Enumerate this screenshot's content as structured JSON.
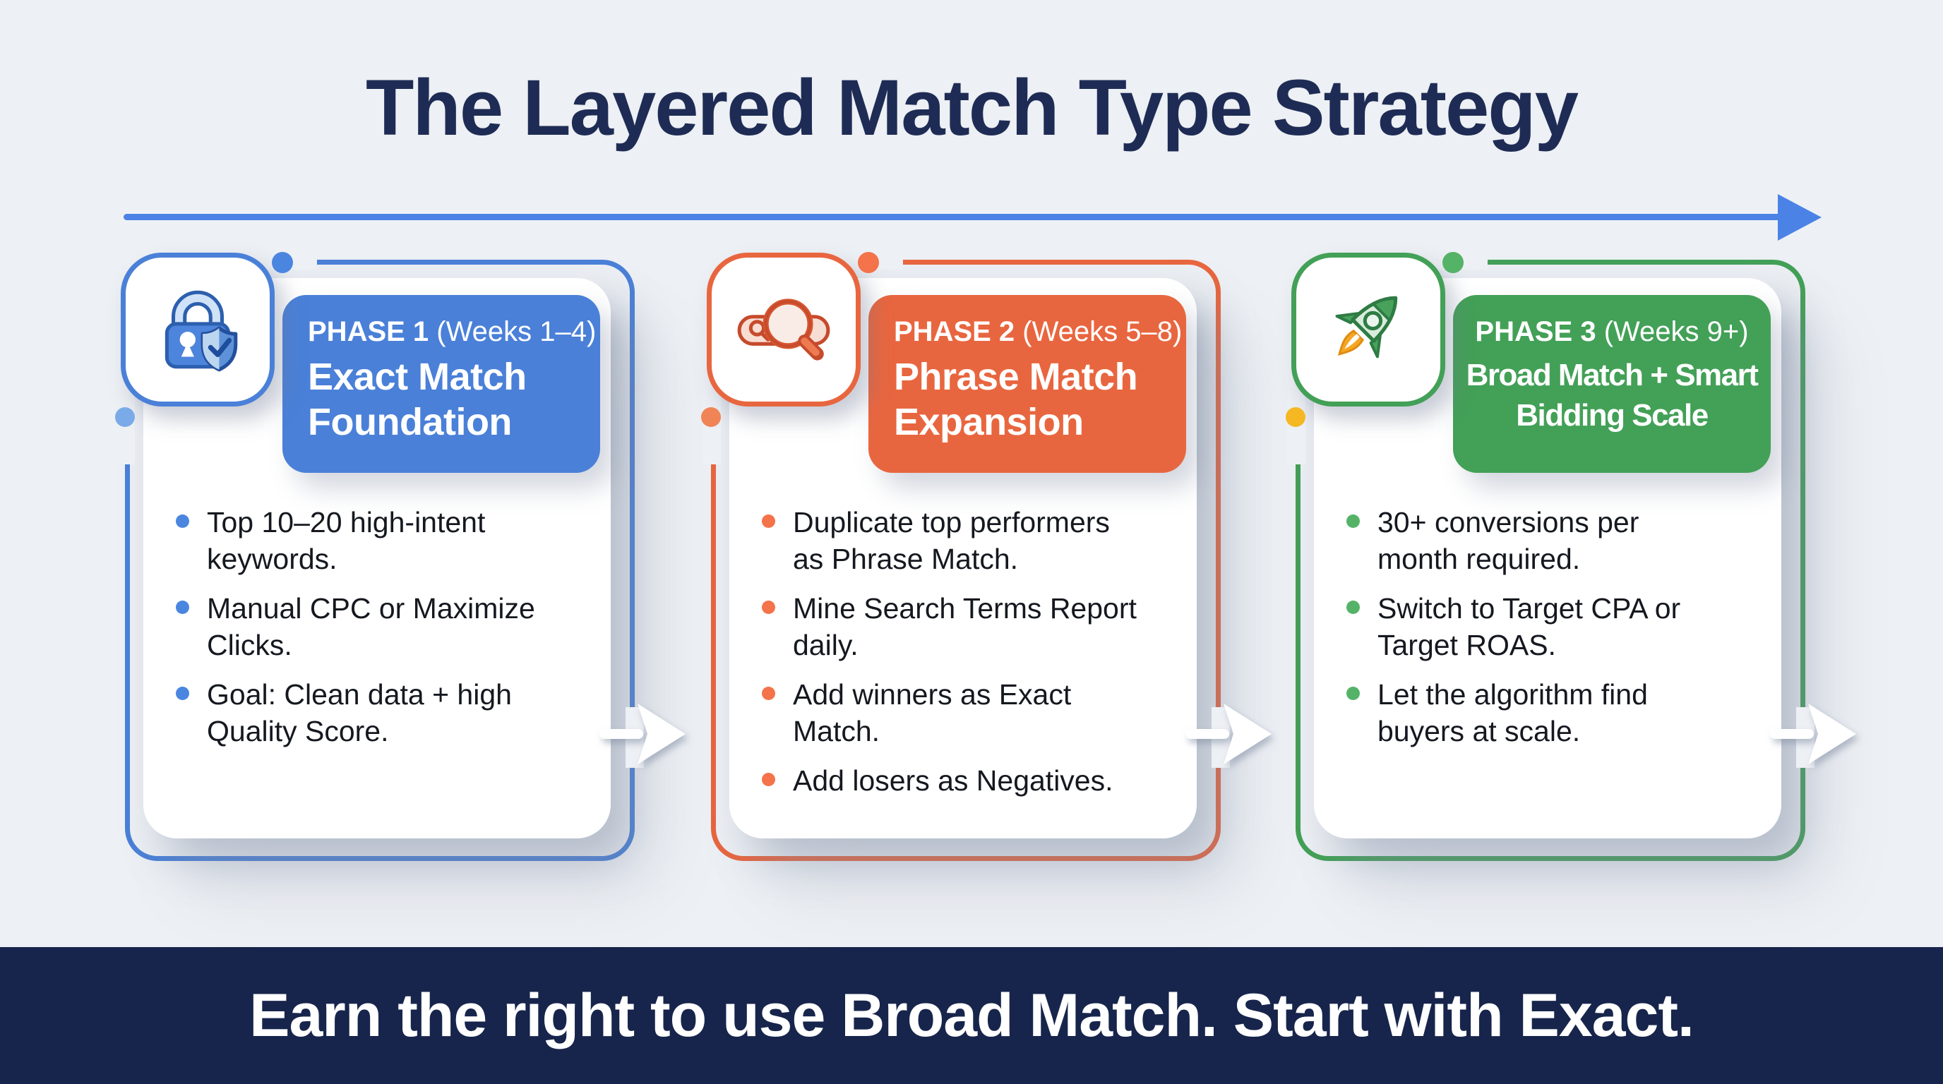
{
  "page": {
    "title": "The Layered Match Type Strategy",
    "banner_text": "Earn the right to use Broad Match. Start with Exact.",
    "colors": {
      "background": "#edf0f4",
      "title_navy": "#1e2c55",
      "banner_background": "#17254c",
      "timeline_arrow_blue": "#4b82e6",
      "phase1_blue": "#4a80d8",
      "phase2_orange": "#e8663f",
      "phase3_green": "#43a057",
      "phase3_side_dot_yellow": "#f5b823"
    }
  },
  "phases": [
    {
      "label": "PHASE 1",
      "weeks": "(Weeks 1–4)",
      "title": "Exact Match Foundation",
      "icon": "lock-shield-icon",
      "accent": "#4a80d8",
      "bullets": [
        "Top 10–20 high-intent keywords.",
        "Manual CPC or Maximize Clicks.",
        "Goal: Clean data + high Quality Score."
      ]
    },
    {
      "label": "PHASE 2",
      "weeks": "(Weeks 5–8)",
      "title": "Phrase Match Expansion",
      "icon": "search-bar-magnifier-icon",
      "accent": "#e8663f",
      "bullets": [
        "Duplicate top performers as Phrase Match.",
        "Mine Search Terms Report daily.",
        "Add winners as Exact Match.",
        "Add losers as Negatives."
      ]
    },
    {
      "label": "PHASE 3",
      "weeks": "(Weeks 9+)",
      "title": "Broad Match + Smart Bidding Scale",
      "icon": "rocket-icon",
      "accent": "#43a057",
      "bullets": [
        "30+ conversions per month required.",
        "Switch to Target CPA or Target ROAS.",
        "Let the algorithm find buyers at scale."
      ]
    }
  ]
}
